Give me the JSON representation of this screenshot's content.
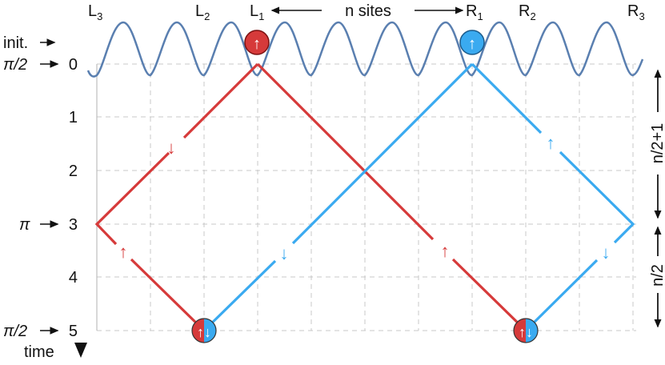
{
  "sites": {
    "left": {
      "L3": "L",
      "L3_sub": "3",
      "L2": "L",
      "L2_sub": "2",
      "L1": "L",
      "L1_sub": "1"
    },
    "right": {
      "R1": "R",
      "R1_sub": "1",
      "R2": "R",
      "R2_sub": "2",
      "R3": "R",
      "R3_sub": "3"
    },
    "span_label": "n sites"
  },
  "time_axis": {
    "ticks": [
      "0",
      "1",
      "2",
      "3",
      "4",
      "5"
    ],
    "label": "time"
  },
  "pulses": {
    "init": "init.",
    "pi_half_top": "π/2",
    "pi": "π",
    "pi_half_bottom": "π/2"
  },
  "right_brackets": {
    "upper": "n/2+1",
    "lower": "n/2"
  },
  "spins": {
    "up": "↑",
    "down": "↓",
    "pair": "↑↓"
  },
  "colors": {
    "red": "#d63a3a",
    "blue": "#3aaaf0",
    "lattice": "#5a7fb0",
    "grid": "#c8c8c8"
  }
}
